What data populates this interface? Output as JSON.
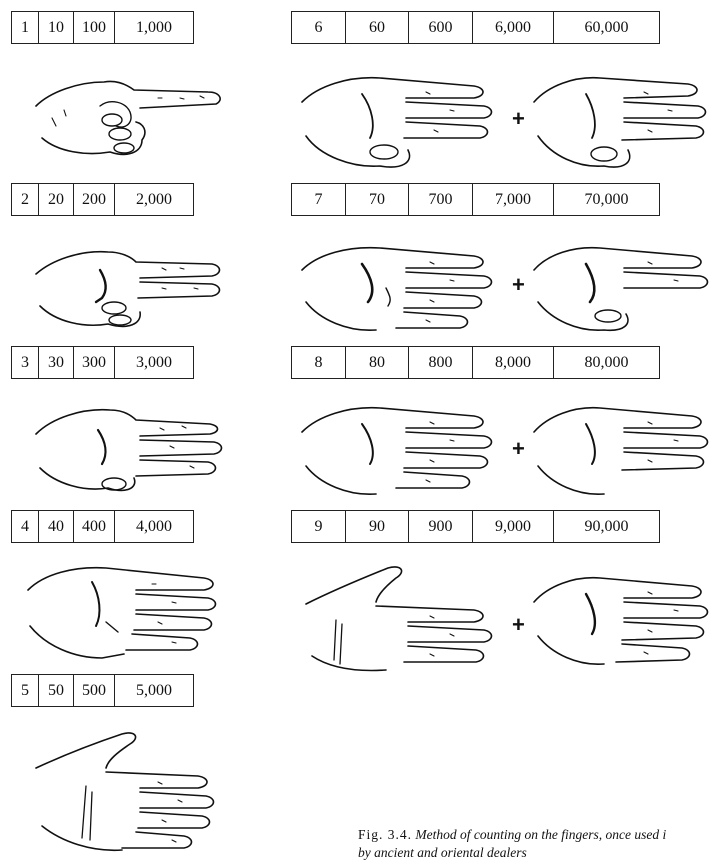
{
  "left_rows": [
    {
      "cells": [
        "1",
        "10",
        "100",
        "1,000"
      ],
      "hand": "index-finger-raised-hand-icon"
    },
    {
      "cells": [
        "2",
        "20",
        "200",
        "2,000"
      ],
      "hand": "two-fingers-raised-hand-icon"
    },
    {
      "cells": [
        "3",
        "30",
        "300",
        "3,000"
      ],
      "hand": "three-fingers-raised-hand-icon"
    },
    {
      "cells": [
        "4",
        "40",
        "400",
        "4,000"
      ],
      "hand": "four-fingers-raised-hand-icon"
    },
    {
      "cells": [
        "5",
        "50",
        "500",
        "5,000"
      ],
      "hand": "open-hand-icon"
    }
  ],
  "right_rows": [
    {
      "cells": [
        "6",
        "60",
        "600",
        "6,000",
        "60,000"
      ]
    },
    {
      "cells": [
        "7",
        "70",
        "700",
        "7,000",
        "70,000"
      ]
    },
    {
      "cells": [
        "8",
        "80",
        "800",
        "8,000",
        "80,000"
      ]
    },
    {
      "cells": [
        "9",
        "90",
        "900",
        "9,000",
        "90,000"
      ]
    }
  ],
  "plus_sign": "+",
  "caption": {
    "label": "Fig. 3.4.",
    "text": "Method of counting on the fingers, once used i",
    "line2": "by ancient and oriental dealers"
  }
}
